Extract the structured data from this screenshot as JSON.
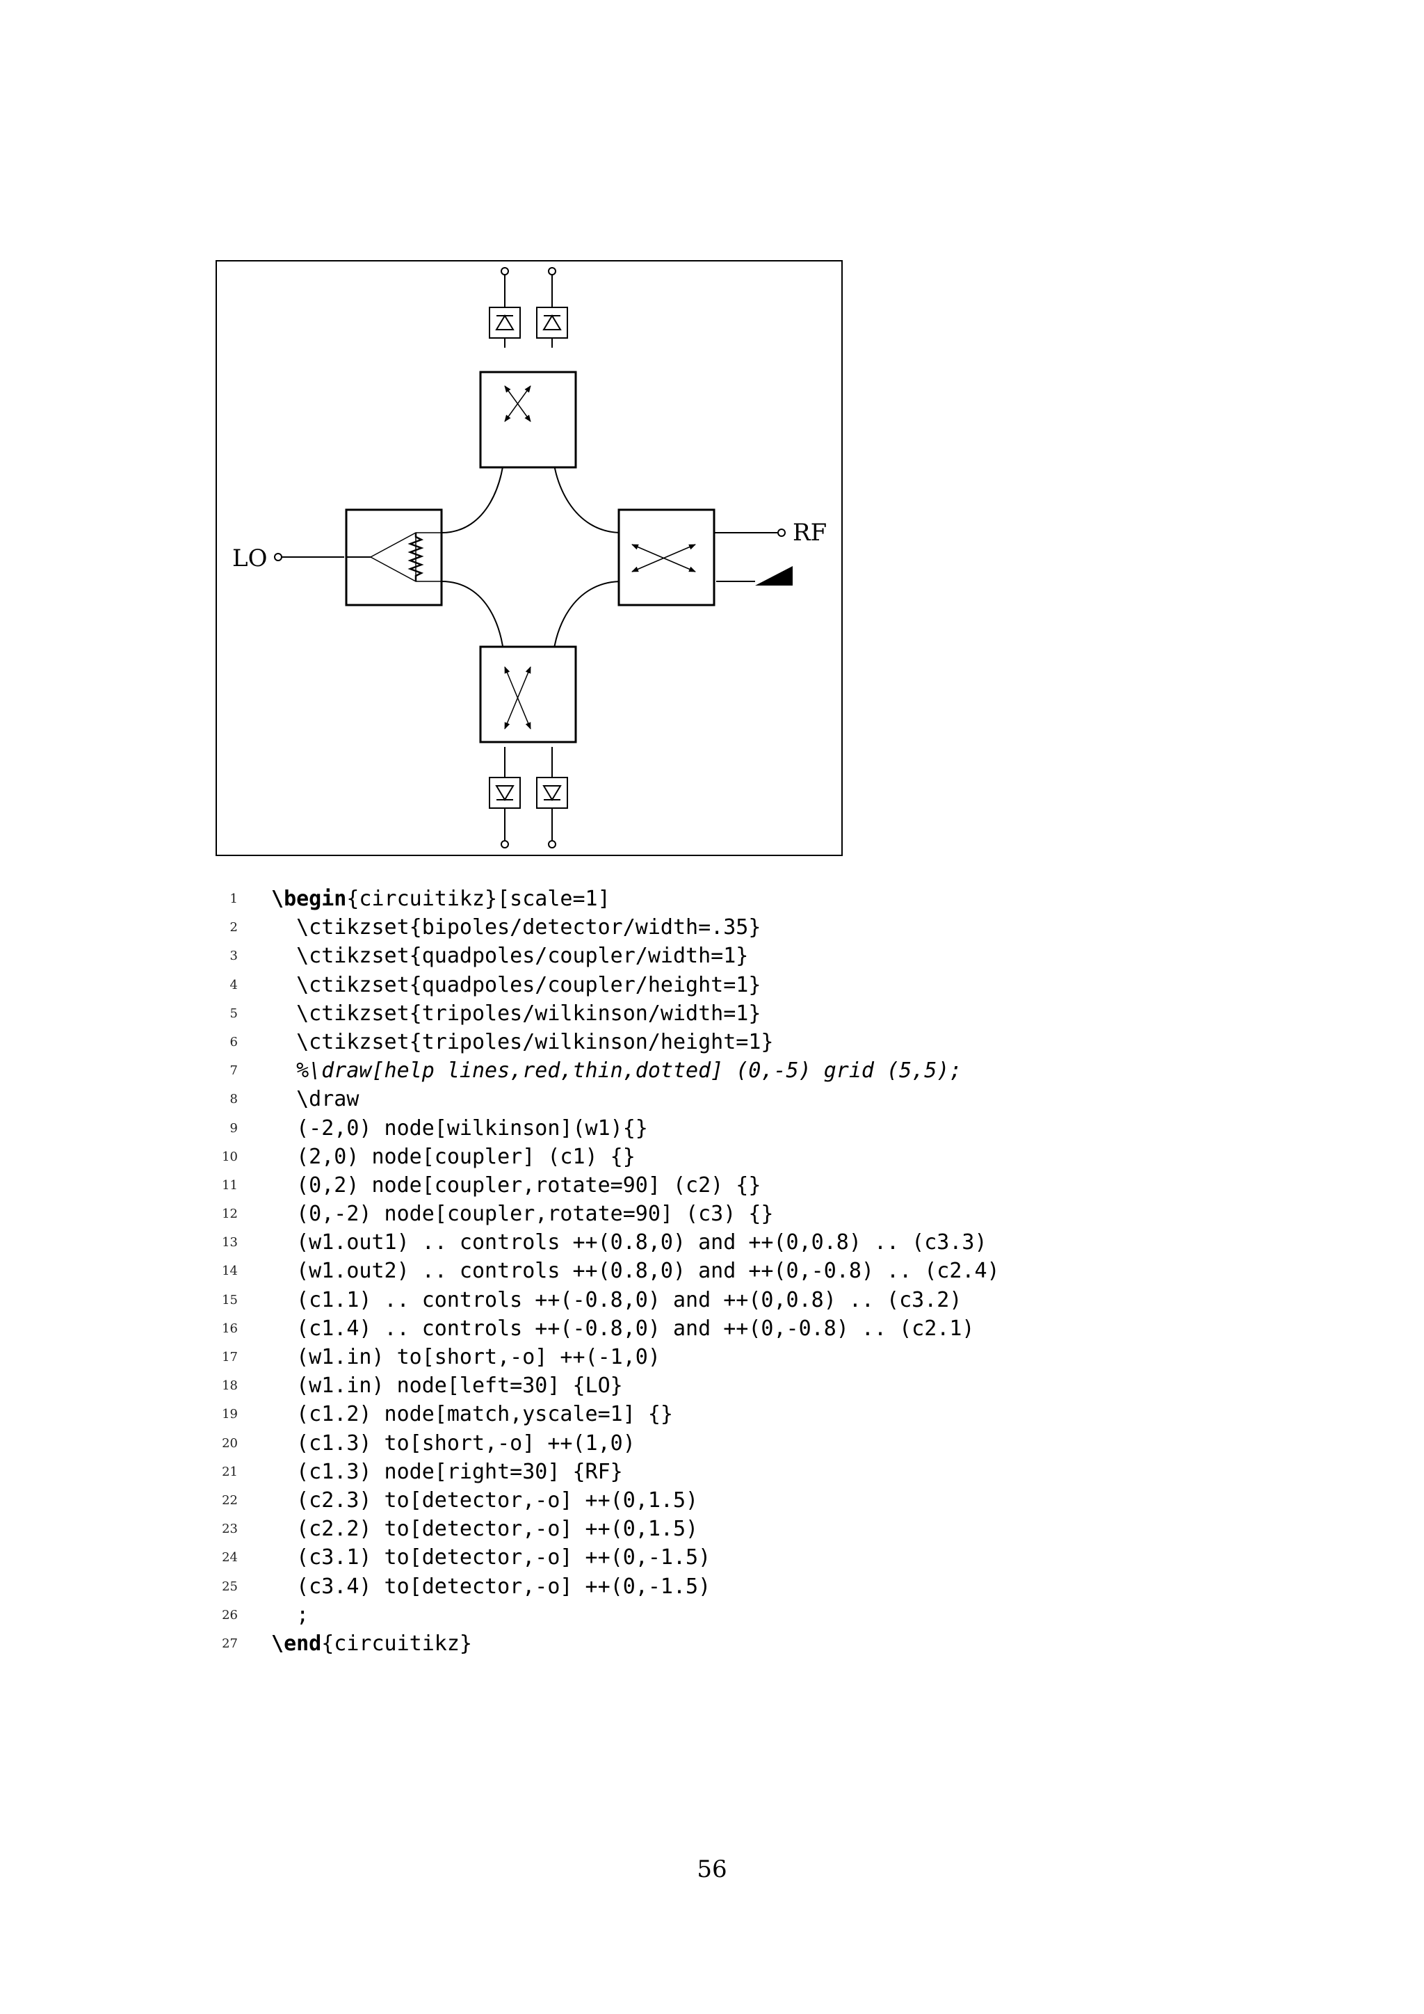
{
  "diagram": {
    "labels": {
      "lo": "LO",
      "rf": "RF"
    }
  },
  "code": {
    "lines": [
      {
        "number": "1",
        "segments": [
          {
            "text": "\\",
            "bold": true
          },
          {
            "text": "begin",
            "bold": true
          },
          {
            "text": "{circuitikz}[scale=1]"
          }
        ]
      },
      {
        "number": "2",
        "segments": [
          {
            "text": "  \\ctikzset{bipoles/detector/width=.35}"
          }
        ]
      },
      {
        "number": "3",
        "segments": [
          {
            "text": "  \\ctikzset{quadpoles/coupler/width=1}"
          }
        ]
      },
      {
        "number": "4",
        "segments": [
          {
            "text": "  \\ctikzset{quadpoles/coupler/height=1}"
          }
        ]
      },
      {
        "number": "5",
        "segments": [
          {
            "text": "  \\ctikzset{tripoles/wilkinson/width=1}"
          }
        ]
      },
      {
        "number": "6",
        "segments": [
          {
            "text": "  \\ctikzset{tripoles/wilkinson/height=1}"
          }
        ]
      },
      {
        "number": "7",
        "comment": true,
        "segments": [
          {
            "text": "  %\\draw[help lines,red,thin,dotted] (0,-5) grid (5,5);"
          }
        ]
      },
      {
        "number": "8",
        "segments": [
          {
            "text": "  \\draw"
          }
        ]
      },
      {
        "number": "9",
        "segments": [
          {
            "text": "  (-2,0) node[wilkinson](w1){}"
          }
        ]
      },
      {
        "number": "10",
        "segments": [
          {
            "text": "  (2,0) node[coupler] (c1) {}"
          }
        ]
      },
      {
        "number": "11",
        "segments": [
          {
            "text": "  (0,2) node[coupler,rotate=90] (c2) {}"
          }
        ]
      },
      {
        "number": "12",
        "segments": [
          {
            "text": "  (0,-2) node[coupler,rotate=90] (c3) {}"
          }
        ]
      },
      {
        "number": "13",
        "segments": [
          {
            "text": "  (w1.out1) .. controls ++(0.8,0) and ++(0,0.8) .. (c3.3)"
          }
        ]
      },
      {
        "number": "14",
        "segments": [
          {
            "text": "  (w1.out2) .. controls ++(0.8,0) and ++(0,-0.8) .. (c2.4)"
          }
        ]
      },
      {
        "number": "15",
        "segments": [
          {
            "text": "  (c1.1) .. controls ++(-0.8,0) and ++(0,0.8) .. (c3.2)"
          }
        ]
      },
      {
        "number": "16",
        "segments": [
          {
            "text": "  (c1.4) .. controls ++(-0.8,0) and ++(0,-0.8) .. (c2.1)"
          }
        ]
      },
      {
        "number": "17",
        "segments": [
          {
            "text": "  (w1.in) to[short,-o] ++(-1,0)"
          }
        ]
      },
      {
        "number": "18",
        "segments": [
          {
            "text": "  (w1.in) node[left=30] {LO}"
          }
        ]
      },
      {
        "number": "19",
        "segments": [
          {
            "text": "  (c1.2) node[match,yscale=1] {}"
          }
        ]
      },
      {
        "number": "20",
        "segments": [
          {
            "text": "  (c1.3) to[short,-o] ++(1,0)"
          }
        ]
      },
      {
        "number": "21",
        "segments": [
          {
            "text": "  (c1.3) node[right=30] {RF}"
          }
        ]
      },
      {
        "number": "22",
        "segments": [
          {
            "text": "  (c2.3) to[detector,-o] ++(0,1.5)"
          }
        ]
      },
      {
        "number": "23",
        "segments": [
          {
            "text": "  (c2.2) to[detector,-o] ++(0,1.5)"
          }
        ]
      },
      {
        "number": "24",
        "segments": [
          {
            "text": "  (c3.1) to[detector,-o] ++(0,-1.5)"
          }
        ]
      },
      {
        "number": "25",
        "segments": [
          {
            "text": "  (c3.4) to[detector,-o] ++(0,-1.5)"
          }
        ]
      },
      {
        "number": "26",
        "segments": [
          {
            "text": "  ;"
          }
        ]
      },
      {
        "number": "27",
        "segments": [
          {
            "text": "\\",
            "bold": true
          },
          {
            "text": "end",
            "bold": true
          },
          {
            "text": "{circuitikz}"
          }
        ]
      }
    ]
  },
  "footer": {
    "page_number": "56"
  }
}
